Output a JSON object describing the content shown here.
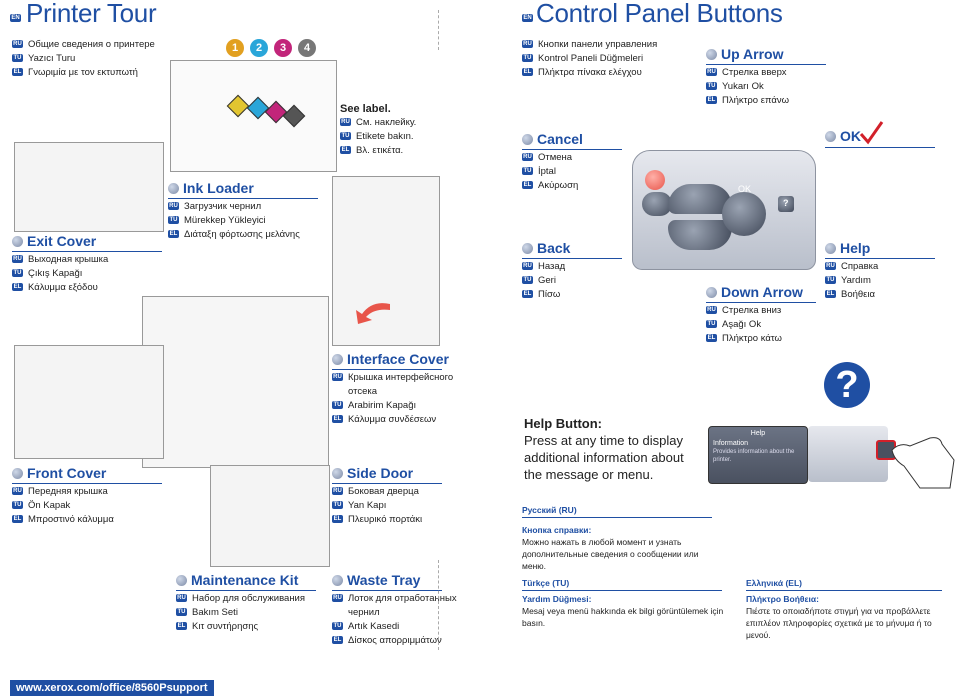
{
  "left": {
    "lang_en": "EN",
    "title": "Printer Tour",
    "intro": [
      {
        "lang": "RU",
        "text": "Общие сведения о принтере"
      },
      {
        "lang": "TU",
        "text": "Yazıcı Turu"
      },
      {
        "lang": "EL",
        "text": "Γνωριμία με τον εκτυπωτή"
      }
    ],
    "cartridge_numbers": [
      "1",
      "2",
      "3",
      "4"
    ],
    "see_label": {
      "title": "See label.",
      "lines": [
        {
          "lang": "RU",
          "text": "См. наклейку."
        },
        {
          "lang": "TU",
          "text": "Etikete bakın."
        },
        {
          "lang": "EL",
          "text": "Βλ. ετικέτα."
        }
      ]
    },
    "ink_loader": {
      "title": "Ink Loader",
      "lines": [
        {
          "lang": "RU",
          "text": "Загрузчик чернил"
        },
        {
          "lang": "TU",
          "text": "Mürekkep Yükleyici"
        },
        {
          "lang": "EL",
          "text": "Διάταξη φόρτωσης μελάνης"
        }
      ]
    },
    "exit_cover": {
      "title": "Exit Cover",
      "lines": [
        {
          "lang": "RU",
          "text": "Выходная крышка"
        },
        {
          "lang": "TU",
          "text": "Çıkış Kapağı"
        },
        {
          "lang": "EL",
          "text": "Κάλυμμα εξόδου"
        }
      ]
    },
    "interface_cover": {
      "title": "Interface Cover",
      "lines": [
        {
          "lang": "RU",
          "text": "Крышка интерфейсного"
        },
        {
          "lang": "",
          "text": "отсека"
        },
        {
          "lang": "TU",
          "text": "Arabirim Kapağı"
        },
        {
          "lang": "EL",
          "text": "Κάλυμμα συνδέσεων"
        }
      ]
    },
    "front_cover": {
      "title": "Front Cover",
      "lines": [
        {
          "lang": "RU",
          "text": "Передняя крышка"
        },
        {
          "lang": "TU",
          "text": "Ön Kapak"
        },
        {
          "lang": "EL",
          "text": "Μπροστινό κάλυμμα"
        }
      ]
    },
    "side_door": {
      "title": "Side Door",
      "lines": [
        {
          "lang": "RU",
          "text": "Боковая дверца"
        },
        {
          "lang": "TU",
          "text": "Yan Kapı"
        },
        {
          "lang": "EL",
          "text": "Πλευρικό πορτάκι"
        }
      ]
    },
    "maintenance_kit": {
      "title": "Maintenance Kit",
      "lines": [
        {
          "lang": "RU",
          "text": "Набор для обслуживания"
        },
        {
          "lang": "TU",
          "text": "Bakım Seti"
        },
        {
          "lang": "EL",
          "text": "Κιτ συντήρησης"
        }
      ]
    },
    "waste_tray": {
      "title": "Waste Tray",
      "lines": [
        {
          "lang": "RU",
          "text": "Лоток для отработанных"
        },
        {
          "lang": "",
          "text": "чернил"
        },
        {
          "lang": "TU",
          "text": "Artık Kasedi"
        },
        {
          "lang": "EL",
          "text": "Δίσκος απορριμμάτων"
        }
      ]
    },
    "url": "www.xerox.com/office/8560Psupport"
  },
  "right": {
    "lang_en": "EN",
    "title": "Control Panel Buttons",
    "intro": [
      {
        "lang": "RU",
        "text": "Кнопки панели управления"
      },
      {
        "lang": "TU",
        "text": "Kontrol Paneli Düğmeleri"
      },
      {
        "lang": "EL",
        "text": "Πλήκτρα πίνακα ελέγχου"
      }
    ],
    "up_arrow": {
      "title": "Up Arrow",
      "lines": [
        {
          "lang": "RU",
          "text": "Стрелка вверх"
        },
        {
          "lang": "TU",
          "text": "Yukarı Ok"
        },
        {
          "lang": "EL",
          "text": "Πλήκτρο επάνω"
        }
      ]
    },
    "ok": {
      "title": "OK"
    },
    "cancel": {
      "title": "Cancel",
      "lines": [
        {
          "lang": "RU",
          "text": "Отмена"
        },
        {
          "lang": "TU",
          "text": "İptal"
        },
        {
          "lang": "EL",
          "text": "Ακύρωση"
        }
      ]
    },
    "back": {
      "title": "Back",
      "lines": [
        {
          "lang": "RU",
          "text": "Назад"
        },
        {
          "lang": "TU",
          "text": "Geri"
        },
        {
          "lang": "EL",
          "text": "Πίσω"
        }
      ]
    },
    "help": {
      "title": "Help",
      "lines": [
        {
          "lang": "RU",
          "text": "Справка"
        },
        {
          "lang": "TU",
          "text": "Yardım"
        },
        {
          "lang": "EL",
          "text": "Βοήθεια"
        }
      ]
    },
    "down_arrow": {
      "title": "Down Arrow",
      "lines": [
        {
          "lang": "RU",
          "text": "Стрелка вниз"
        },
        {
          "lang": "TU",
          "text": "Aşağı Ok"
        },
        {
          "lang": "EL",
          "text": "Πλήκτρο κάτω"
        }
      ]
    },
    "panel_ok_label": "OK",
    "panel_help_label": "?",
    "help_button_title": "Help Button:",
    "help_button_text": "Press at any time to display additional information about the message or menu.",
    "screen": {
      "header": "Help",
      "title": "Information",
      "body": "Provides information about the printer."
    },
    "russian": {
      "heading": "Русский (RU)",
      "sub": "Кнопка справки:",
      "text": "Можно нажать в любой момент и узнать дополнительные сведения о сообщении или меню."
    },
    "turkish": {
      "heading": "Türkçe (TU)",
      "sub": "Yardım Düğmesi:",
      "text": "Mesaj veya menü hakkında ek bilgi görüntülemek için basın."
    },
    "greek": {
      "heading": "Ελληνικά (EL)",
      "sub": "Πλήκτρο Βοήθεια:",
      "text": "Πιέστε το οποιαδήποτε στιγμή για να προβάλλετε επιπλέον πληροφορίες σχετικά με το μήνυμα ή το μενού."
    }
  },
  "colors": {
    "accent": "#1f4fa3",
    "cancel_red": "#e8554a",
    "ok_check": "#d2202a",
    "cyan": "#2aa6d9",
    "magenta": "#c2257a",
    "yellow": "#e2c530",
    "black": "#555555"
  }
}
